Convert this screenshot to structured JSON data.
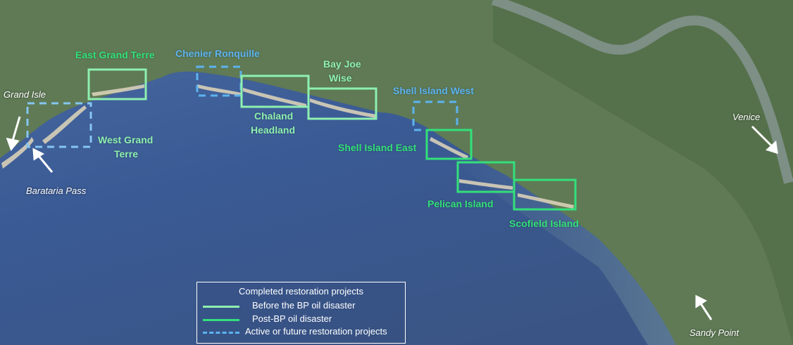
{
  "labels": {
    "east_grand_terre": "East Grand Terre",
    "chenier_ronquille": "Chenier Ronquille",
    "bay_joe_wise_1": "Bay Joe",
    "bay_joe_wise_2": "Wise",
    "shell_island_west": "Shell Island West",
    "west_grand_terre_1": "West Grand",
    "west_grand_terre_2": "Terre",
    "chaland_headland_1": "Chaland",
    "chaland_headland_2": "Headland",
    "shell_island_east": "Shell Island East",
    "pelican_island": "Pelican Island",
    "scofield_island": "Scofield Island"
  },
  "places": {
    "grand_isle": "Grand Isle",
    "barataria_pass": "Barataria Pass",
    "venice": "Venice",
    "sandy_point": "Sandy Point"
  },
  "legend": {
    "title": "Completed restoration projects",
    "before": "Before the BP oil disaster",
    "post": "Post-BP oil disaster",
    "future": "Active or future restoration projects"
  },
  "colors": {
    "before_bp": "#8ef0b0",
    "post_bp": "#33e07a",
    "future": "#5cb3ee",
    "water": "#3d5a8c",
    "land": "#5f7a55"
  }
}
